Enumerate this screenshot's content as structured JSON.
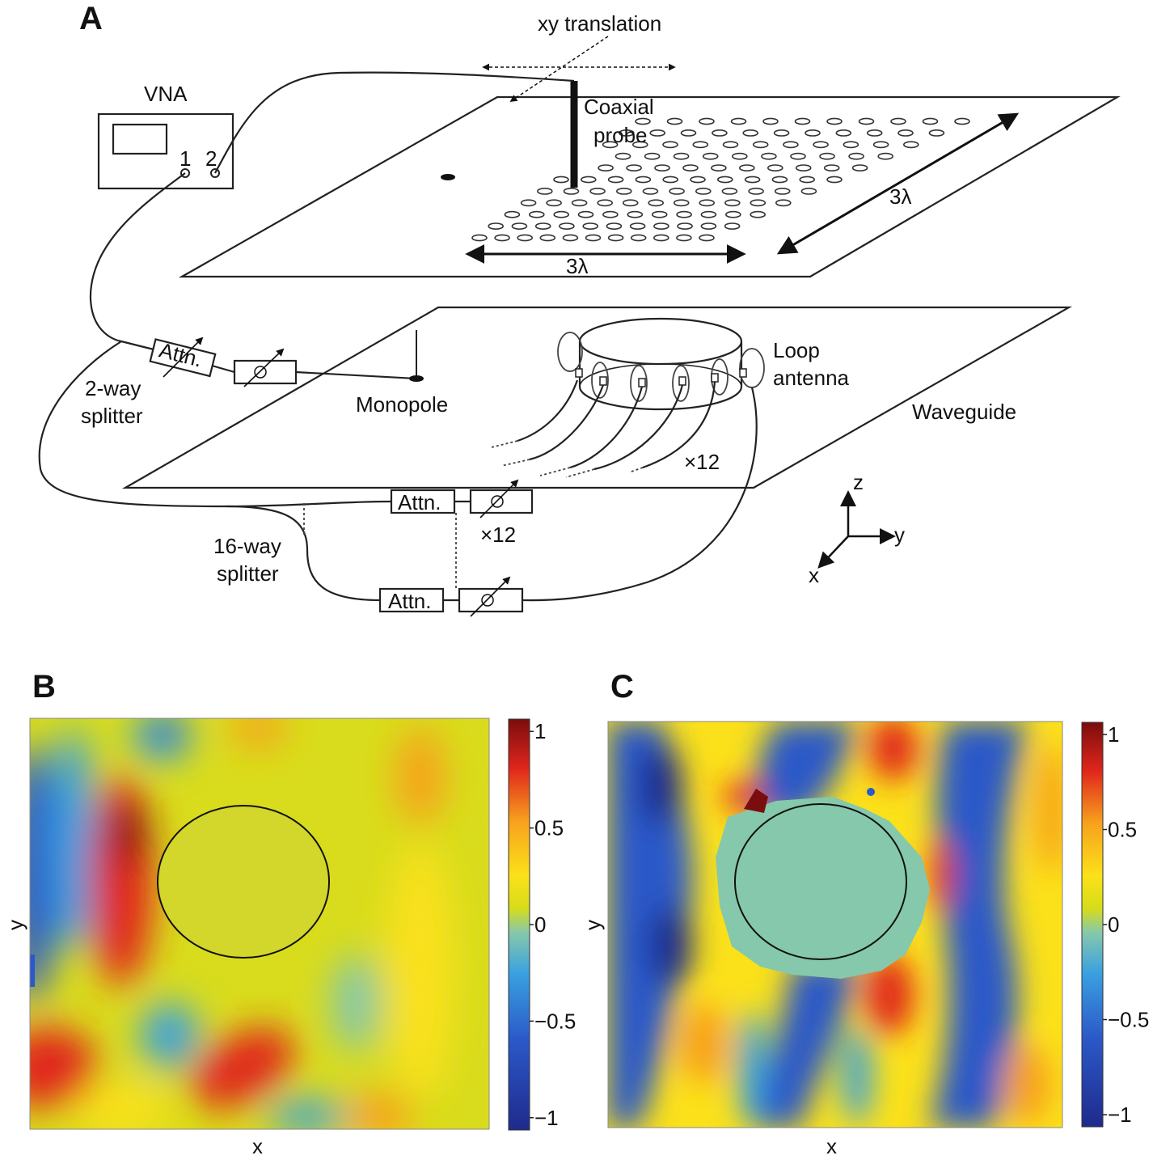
{
  "panelA": {
    "letter": "A",
    "xy_translation": "xy translation",
    "vna": "VNA",
    "port1": "1",
    "port2": "2",
    "coaxial": "Coaxial",
    "probe": "probe",
    "three_lambda_y": "3λ",
    "three_lambda_x": "3λ",
    "attn_top": "Attn.",
    "two_way": "2-way",
    "splitter1": "splitter",
    "monopole": "Monopole",
    "loop": "Loop",
    "antenna": "antenna",
    "waveguide": "Waveguide",
    "x12_loops": "×12",
    "attn_mid": "Attn.",
    "x12_chain": "×12",
    "sixteen_way": "16-way",
    "splitter2": "splitter",
    "attn_bot": "Attn.",
    "axis_z": "z",
    "axis_y": "y",
    "axis_x": "x"
  },
  "panelB": {
    "letter": "B",
    "xlabel": "x",
    "ylabel": "y",
    "colorbar_ticks": [
      "1",
      "0.5",
      "0",
      "−0.5",
      "−1"
    ]
  },
  "panelC": {
    "letter": "C",
    "xlabel": "x",
    "ylabel": "y",
    "colorbar_ticks": [
      "1",
      "0.5",
      "0",
      "−0.5",
      "−1"
    ]
  },
  "colormap": [
    "#1f2a8c",
    "#2b59c8",
    "#3aa0e0",
    "#86c8ab",
    "#d7dc1a",
    "#fbe11a",
    "#f7a21d",
    "#e0261c",
    "#7a0d0d"
  ]
}
